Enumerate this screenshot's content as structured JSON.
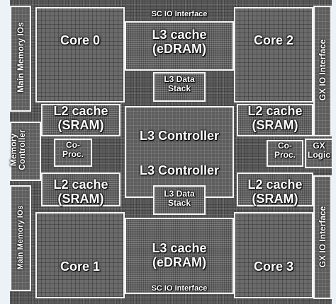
{
  "labels": {
    "core0": "Core 0",
    "core1": "Core 1",
    "core2": "Core 2",
    "core3": "Core 3",
    "l3_top_1": "L3 cache",
    "l3_top_2": "(eDRAM)",
    "l3_bottom_1": "L3 cache",
    "l3_bottom_2": "(eDRAM)",
    "sc_io_top": "SC IO Interface",
    "sc_io_bottom": "SC IO Interface",
    "l3_data_stack_top_1": "L3 Data",
    "l3_data_stack_top_2": "Stack",
    "l3_data_stack_bottom_1": "L3 Data",
    "l3_data_stack_bottom_2": "Stack",
    "l3_controller_top": "L3 Controller",
    "l3_controller_bottom": "L3 Controller",
    "l2_tl_1": "L2 cache",
    "l2_tl_2": "(SRAM)",
    "l2_bl_1": "L2 cache",
    "l2_bl_2": "(SRAM)",
    "l2_tr_1": "L2 cache",
    "l2_tr_2": "(SRAM)",
    "l2_br_1": "L2 cache",
    "l2_br_2": "(SRAM)",
    "coproc_left_1": "Co-",
    "coproc_left_2": "Proc.",
    "coproc_right_1": "Co-",
    "coproc_right_2": "Proc.",
    "gx_logic_1": "GX",
    "gx_logic_2": "Logic",
    "main_memory_ios_top": "Main Memory IOs",
    "main_memory_ios_bottom": "Main Memory IOs",
    "memory_controller_1": "Memory",
    "memory_controller_2": "Controller",
    "gx_io_interface_top": "GX IO Interface",
    "gx_io_interface_bottom": "GX IO Interface"
  }
}
